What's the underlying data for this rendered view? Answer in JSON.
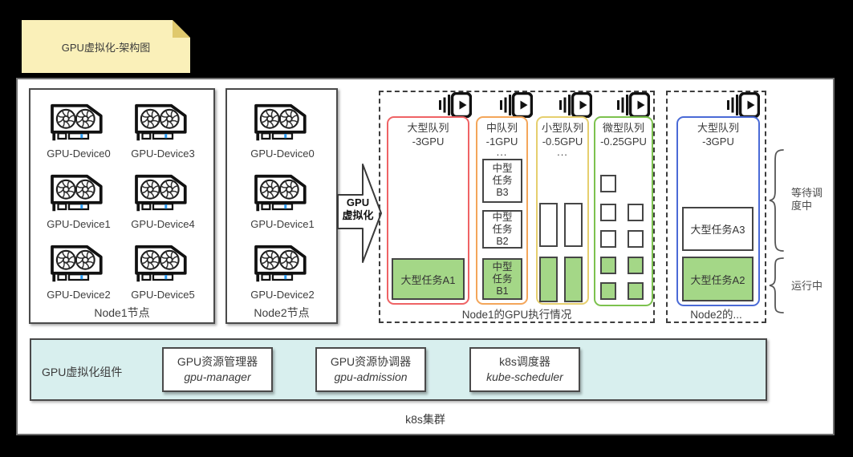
{
  "note": {
    "text": "GPU虚拟化-架构图"
  },
  "node1": {
    "label": "Node1节点",
    "devices": [
      "GPU-Device0",
      "GPU-Device3",
      "GPU-Device1",
      "GPU-Device4",
      "GPU-Device2",
      "GPU-Device5"
    ]
  },
  "node2": {
    "label": "Node2节点",
    "devices": [
      "GPU-Device0",
      "GPU-Device1",
      "GPU-Device2"
    ]
  },
  "arrow": {
    "line1": "GPU",
    "line2": "虚拟化"
  },
  "group1": {
    "label": "Node1的GPU执行情况",
    "large_queue": {
      "title": "大型队列",
      "capacity": "-3GPU",
      "task_a1": "大型任务A1"
    },
    "medium_queue": {
      "title": "中队列",
      "capacity": "-1GPU",
      "ellipsis": "...",
      "task_b3": {
        "l1": "中型",
        "l2": "任务",
        "l3": "B3"
      },
      "task_b2": {
        "l1": "中型",
        "l2": "任务",
        "l3": "B2"
      },
      "task_b1": {
        "l1": "中型",
        "l2": "任务",
        "l3": "B1"
      }
    },
    "small_queue": {
      "title": "小型队列",
      "capacity": "-0.5GPU",
      "ellipsis": "..."
    },
    "micro_queue": {
      "title": "微型队列",
      "capacity": "-0.25GPU"
    }
  },
  "group2": {
    "label": "Node2的...",
    "large_queue": {
      "title": "大型队列",
      "capacity": "-3GPU",
      "task_a3": "大型任务A3",
      "task_a2": "大型任务A2"
    }
  },
  "annotations": {
    "waiting_line1": "等待调",
    "waiting_line2": "度中",
    "running": "运行中"
  },
  "components_band": {
    "label": "GPU虚拟化组件",
    "items": [
      {
        "zh": "GPU资源管理器",
        "en": "gpu-manager"
      },
      {
        "zh": "GPU资源协调器",
        "en": "gpu-admission"
      },
      {
        "zh": "k8s调度器",
        "en": "kube-scheduler"
      }
    ]
  },
  "cluster": {
    "label": "k8s集群"
  },
  "colors": {
    "large_queue_border": "#ef6365",
    "medium_queue_border": "#f4a65a",
    "small_queue_border": "#e6cf6e",
    "micro_queue_border": "#7cc24e",
    "node2_queue_border": "#4a6ad6",
    "running_task_fill": "#a4d787",
    "band_fill": "#d8efee",
    "note_fill": "#faf0b9"
  }
}
